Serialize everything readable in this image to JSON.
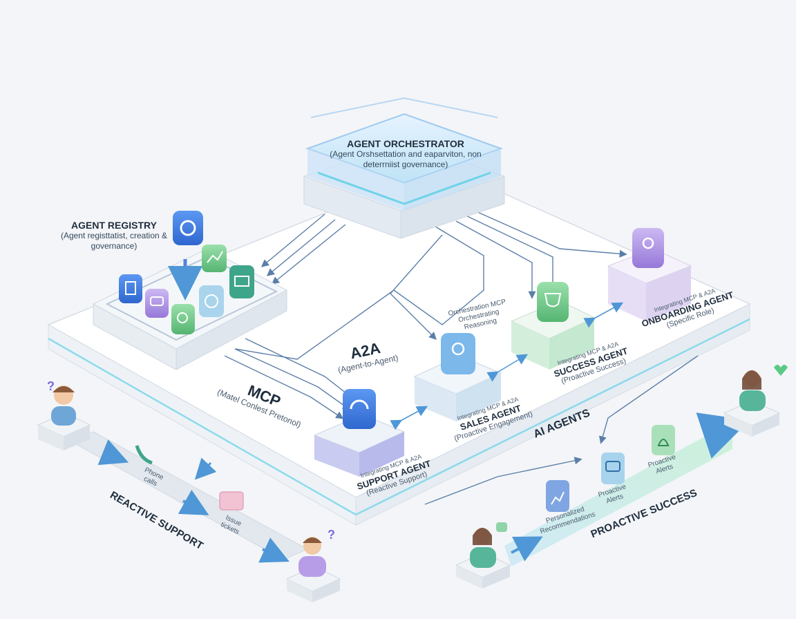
{
  "orchestrator": {
    "title": "AGENT ORCHESTRATOR",
    "subtitle": "(Agent Orshsettation and eaparviton, non deterrniist governance)"
  },
  "registry": {
    "title": "AGENT REGISTRY",
    "subtitle": "(Agent registtatist, creation & governance)"
  },
  "protocols": {
    "a2a": "A2A",
    "a2a_sub": "(Agent-to-Agent)",
    "mcp": "MCP",
    "mcp_sub": "(Matel Conlest Pretonol)",
    "ai_agents": "AI AGENTS"
  },
  "agents": {
    "support": {
      "title": "SUPPORT AGENT",
      "subtitle": "(Reactive Support)",
      "tag": "Integrating MCP & A2A"
    },
    "sales": {
      "title": "SALES AGENT",
      "subtitle": "(Proactive Engagement)",
      "tag": "Integrating MCP & A2A"
    },
    "success": {
      "title": "SUCCESS AGENT",
      "subtitle": "(Proactive Success)",
      "tag": "Integrating MCP & A2A"
    },
    "onboarding": {
      "title": "ONBOARDING AGENT",
      "subtitle": "(Specific Role)",
      "tag": "Integrating MCP & A2A"
    }
  },
  "flow_notes": {
    "center": "Orchestration MCP Orchestrating Reasoning"
  },
  "reactive": {
    "title": "REACTIVE SUPPORT",
    "step1": "Phone calls",
    "step2": "Issue tickets"
  },
  "proactive": {
    "title": "PROACTIVE SUCCESS",
    "step1": "Personalized Recommendations",
    "step2": "Proactive Alerts",
    "step3": "Proactive Alerts"
  },
  "colors": {
    "bg": "#f3f5f8",
    "platform": "#ffffff",
    "line": "#5b7fa8",
    "blue": "#3f7de0",
    "green": "#6cc68a",
    "purple": "#a98be0",
    "glow": "#6fd3e8"
  },
  "icons": {
    "registry": [
      "gear-icon",
      "chart-icon",
      "file-icon",
      "chat-icon",
      "search-icon",
      "globe-icon",
      "people-icon"
    ],
    "support": "headset-icon",
    "sales": "person-icon",
    "success": "trophy-icon",
    "onboarding": "user-add-icon",
    "reactive": [
      "phone-icon",
      "ticket-icon"
    ],
    "proactive": [
      "chart-icon",
      "chat-icon",
      "bell-icon"
    ]
  }
}
